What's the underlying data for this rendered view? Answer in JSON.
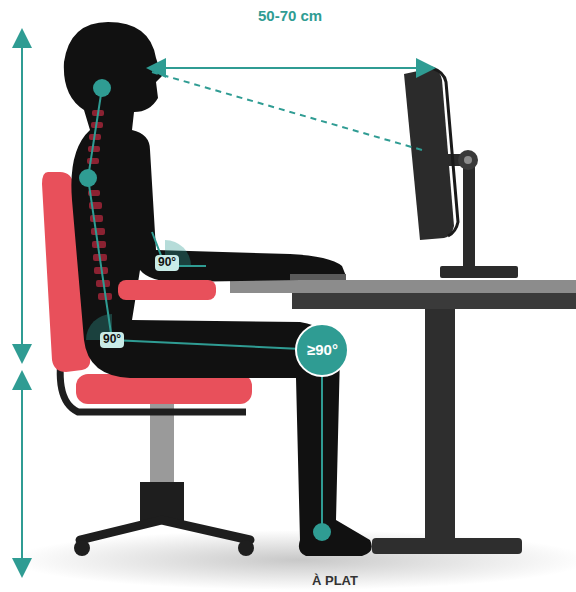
{
  "diagram": {
    "labels": [
      "50-70 cm",
      "90°",
      "90°",
      "≥90°",
      "À PLAT"
    ]
  }
}
